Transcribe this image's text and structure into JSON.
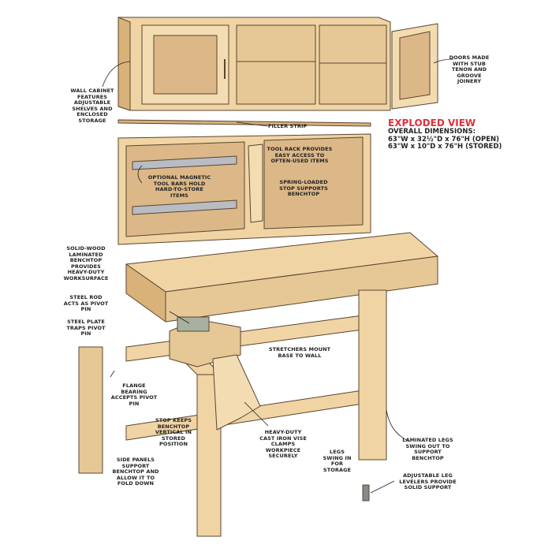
{
  "title": {
    "heading": "EXPLODED VIEW",
    "subheading": "OVERALL DIMENSIONS:",
    "dim_open": "63\"W x 32½\"D x 76\"H (OPEN)",
    "dim_stored": "63\"W x 10\"D x 76\"H (STORED)"
  },
  "callouts": {
    "wall_cabinet": "WALL CABINET FEATURES ADJUSTABLE SHELVES AND ENCLOSED STORAGE",
    "doors": "DOORS MADE WITH STUB TENON AND GROOVE JOINERY",
    "filler_strip": "FILLER STRIP",
    "tool_rack": "TOOL RACK PROVIDES EASY ACCESS TO OFTEN-USED ITEMS",
    "magnetic_bars": "OPTIONAL MAGNETIC TOOL BARS HOLD HARD-TO-STORE ITEMS",
    "spring_stop": "SPRING-LOADED STOP SUPPORTS BENCHTOP",
    "benchtop": "SOLID-WOOD LAMINATED BENCHTOP PROVIDES HEAVY-DUTY WORKSURFACE",
    "steel_rod": "STEEL ROD ACTS AS PIVOT PIN",
    "steel_plate": "STEEL PLATE TRAPS PIVOT PIN",
    "stretchers": "STRETCHERS MOUNT BASE TO WALL",
    "flange": "FLANGE BEARING ACCEPTS PIVOT PIN",
    "stop": "STOP KEEPS BENCHTOP VERTICAL IN STORED POSITION",
    "side_panels": "SIDE PANELS SUPPORT BENCHTOP AND ALLOW IT TO FOLD DOWN",
    "vise": "HEAVY-DUTY CAST IRON VISE CLAMPS WORKPIECE SECURELY",
    "legs_swing_in": "LEGS SWING IN FOR STORAGE",
    "laminated_legs": "LAMINATED LEGS SWING OUT TO SUPPORT BENCHTOP",
    "levelers": "ADJUSTABLE LEG LEVELERS PROVIDE SOLID SUPPORT"
  },
  "colors": {
    "wood": "#f0d4a4",
    "wood_dark": "#d9b27a",
    "panel": "#dcb888",
    "accent": "#e0303a"
  }
}
